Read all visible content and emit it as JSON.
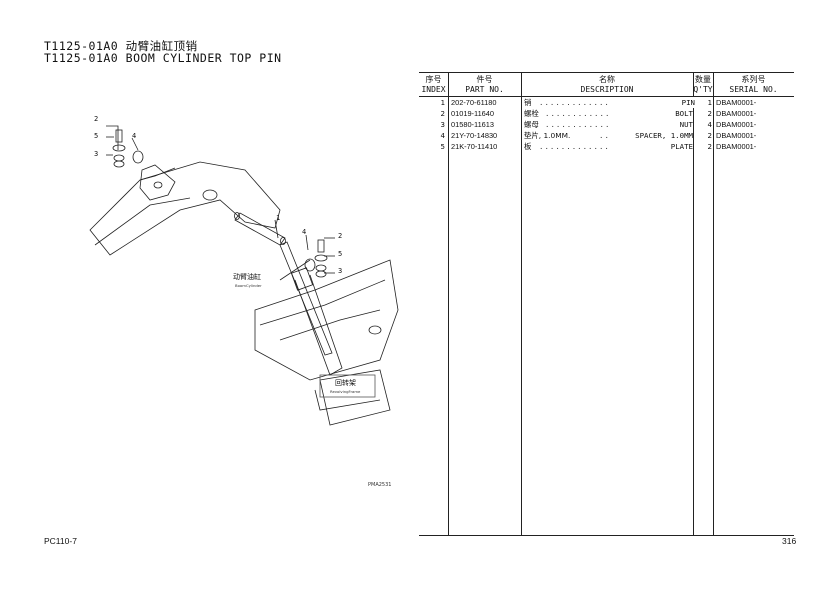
{
  "page": {
    "title_cn": "T1125-01A0 动臂油缸顶销",
    "title_en": "T1125-01A0 BOOM CYLINDER TOP PIN",
    "model": "PC110-7",
    "page_number": "316"
  },
  "table": {
    "headers": {
      "index_cn": "序号",
      "index_en": "INDEX",
      "part_cn": "件号",
      "part_en": "PART NO.",
      "desc_cn": "名称",
      "desc_en": "DESCRIPTION",
      "qty_cn": "数量",
      "qty_en": "Q'TY",
      "serial_cn": "系列号",
      "serial_en": "SERIAL NO."
    },
    "rows": [
      {
        "index": "1",
        "part_no": "202-70-61180",
        "name_cn": "销",
        "name_en": "PIN",
        "qty": "1",
        "serial": "DBAM0001-"
      },
      {
        "index": "2",
        "part_no": "01019-11640",
        "name_cn": "螺栓",
        "name_en": "BOLT",
        "qty": "2",
        "serial": "DBAM0001-"
      },
      {
        "index": "3",
        "part_no": "01580-11613",
        "name_cn": "螺母",
        "name_en": "NUT",
        "qty": "4",
        "serial": "DBAM0001-"
      },
      {
        "index": "4",
        "part_no": "21Y-70-14830",
        "name_cn": "垫片, 1.0MM.",
        "name_en": "SPACER, 1.0MM",
        "qty": "2",
        "serial": "DBAM0001-"
      },
      {
        "index": "5",
        "part_no": "21K-70-11410",
        "name_cn": "板",
        "name_en": "PLATE",
        "qty": "2",
        "serial": "DBAM0001-"
      }
    ]
  },
  "diagram": {
    "boom_cylinder_cn": "动臂油缸",
    "boom_cylinder_en": "BoomCylinder",
    "revolving_frame_cn": "回转架",
    "revolving_frame_en": "RevolvingFrame",
    "drawing_code": "PMA2531",
    "callouts_left": [
      "2",
      "5",
      "4",
      "3"
    ],
    "callouts_right": [
      "1",
      "4",
      "2",
      "5",
      "3"
    ]
  }
}
